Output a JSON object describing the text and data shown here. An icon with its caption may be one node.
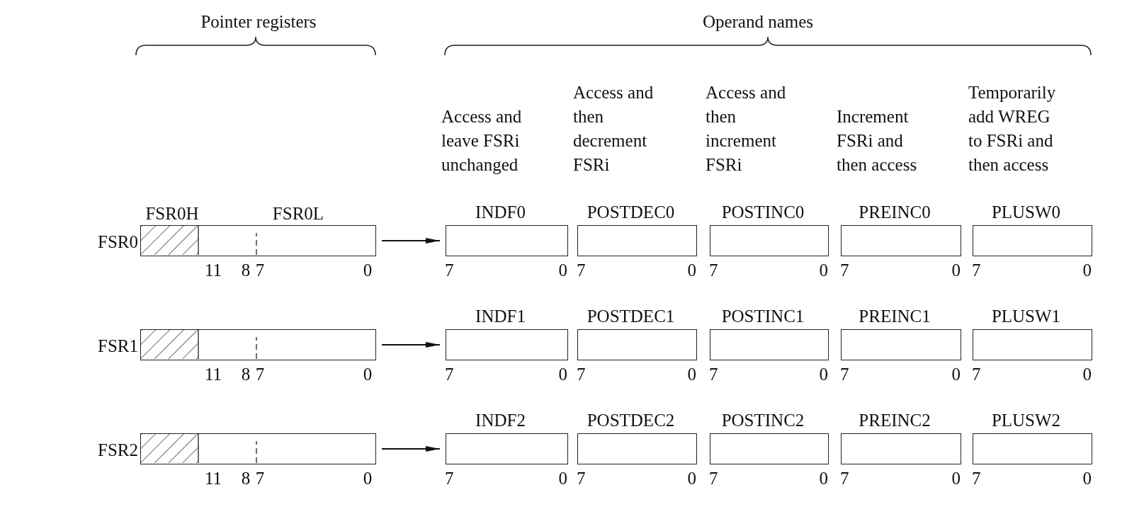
{
  "diagram": {
    "nodes": [
      {
        "text": [
          "FSR0"
        ],
        "beside": [
          "FSR0H",
          "FSR0L",
          "11",
          "8",
          "7",
          "0"
        ]
      },
      {
        "text": [
          "INDF0"
        ],
        "beside": [
          "7",
          "0"
        ]
      },
      {
        "text": [
          "POSTDEC0"
        ],
        "beside": [
          "7",
          "0"
        ]
      },
      {
        "text": [
          "POSTINC0"
        ],
        "beside": [
          "7",
          "0"
        ]
      },
      {
        "text": [
          "PREINC0"
        ],
        "beside": [
          "7",
          "0"
        ]
      },
      {
        "text": [
          "PLUSW0"
        ],
        "beside": [
          "7",
          "0"
        ]
      },
      {
        "text": [
          "FSR1"
        ],
        "beside": [
          "11",
          "8",
          "7",
          "0"
        ]
      },
      {
        "text": [
          "INDF1"
        ],
        "beside": [
          "7",
          "0"
        ]
      },
      {
        "text": [
          "POSTDEC1"
        ],
        "beside": [
          "7",
          "0"
        ]
      },
      {
        "text": [
          "POSTINC1"
        ],
        "beside": [
          "7",
          "0"
        ]
      },
      {
        "text": [
          "PREINC1"
        ],
        "beside": [
          "7",
          "0"
        ]
      },
      {
        "text": [
          "PLUSW1"
        ],
        "beside": [
          "7",
          "0"
        ]
      },
      {
        "text": [
          "FSR2"
        ],
        "beside": [
          "11",
          "8",
          "7",
          "0"
        ]
      },
      {
        "text": [
          "INDF2"
        ],
        "beside": [
          "7",
          "0"
        ]
      },
      {
        "text": [
          "POSTDEC2"
        ],
        "beside": [
          "7",
          "0"
        ]
      },
      {
        "text": [
          "POSTINC2"
        ],
        "beside": [
          "7",
          "0"
        ]
      },
      {
        "text": [
          "PREINC2"
        ],
        "beside": [
          "7",
          "0"
        ]
      },
      {
        "text": [
          "PLUSW2"
        ],
        "beside": [
          "7",
          "0"
        ]
      }
    ],
    "edges": [
      {
        "from": 0,
        "to": 1,
        "arrow": "to"
      },
      {
        "from": 6,
        "to": 7,
        "arrow": "to"
      },
      {
        "from": 12,
        "to": 13,
        "arrow": "to"
      }
    ],
    "labels": [
      "Pointer registers",
      "Operand names",
      "Access and leave FSRi unchanged",
      "Access and then decrement FSRi",
      "Access and then increment FSRi",
      "Increment FSRi and then access",
      "Temporarily add WREG to FSRi and then access"
    ]
  }
}
